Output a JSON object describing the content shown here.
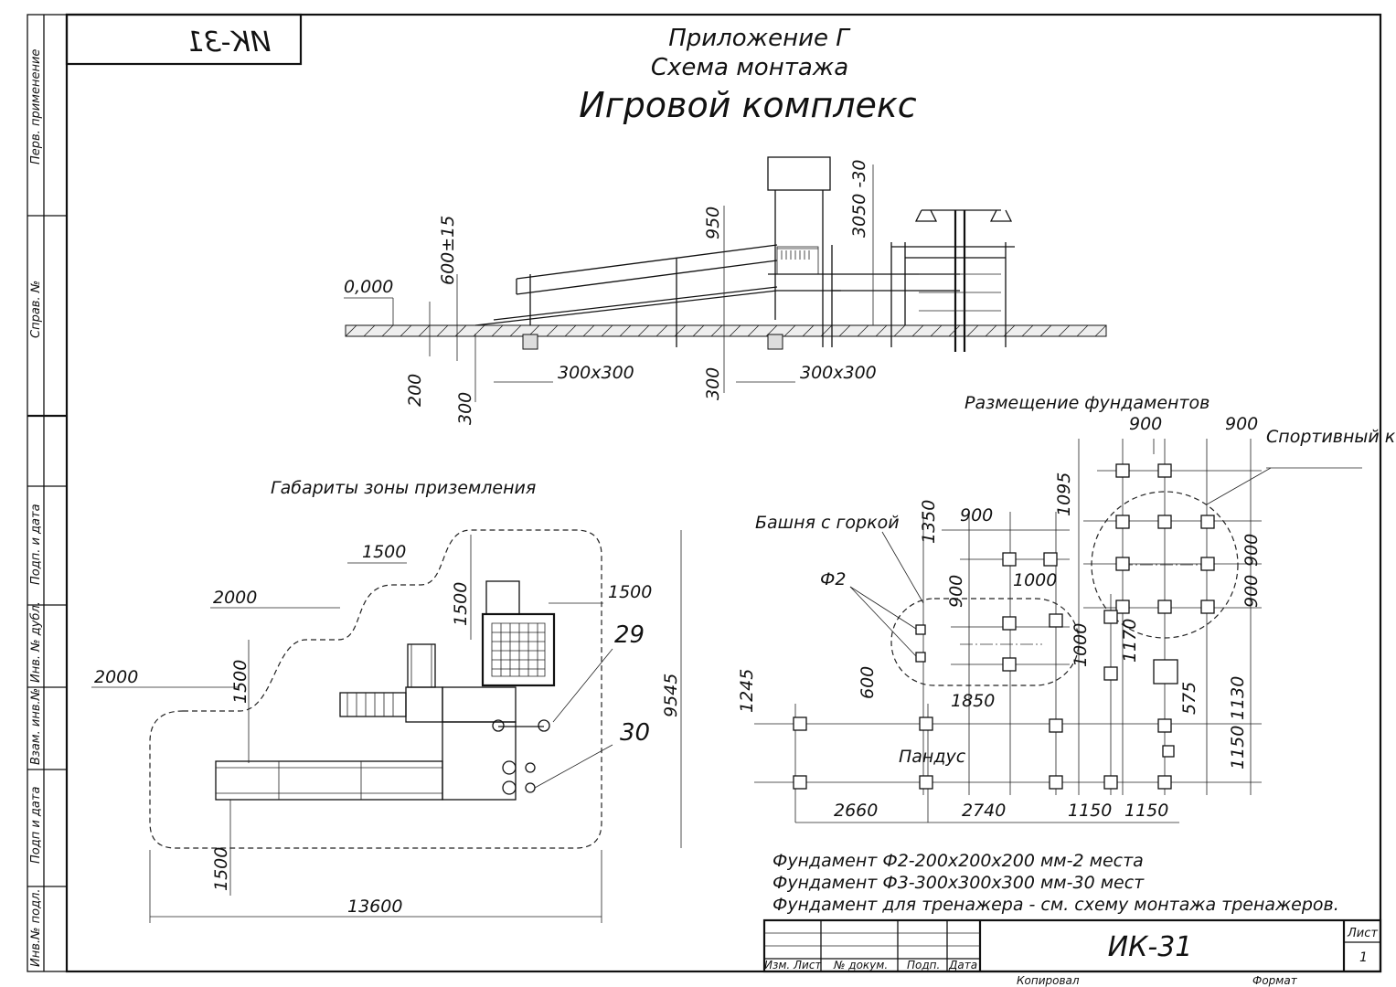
{
  "stamp_top": "ИК-31",
  "heading": {
    "appendix": "Приложение Г",
    "scheme": "Схема монтажа",
    "title": "Игровой комплекс"
  },
  "side_labels": [
    "Перв. применение",
    "Справ. №",
    "Подп. и дата",
    "Инв. № дубл.",
    "Взам. инв.№",
    "Подп и дата",
    "Инв.№ подл."
  ],
  "elevation": {
    "level": "0,000",
    "dims": [
      "600±15",
      "950",
      "3050 -30",
      "200",
      "300",
      "300",
      "300х300",
      "300х300"
    ]
  },
  "landing": {
    "title": "Габариты зоны приземления",
    "dims": [
      "1500",
      "2000",
      "2000",
      "1500",
      "1500",
      "1500",
      "1500",
      "9545",
      "13600"
    ],
    "callouts": [
      "29",
      "30"
    ]
  },
  "foundations": {
    "title": "Размещение фундаментов",
    "labels": {
      "sport": "Спортивный комплекс",
      "tower": "Башня с горкой",
      "phi2": "Ф2",
      "ramp": "Пандус"
    },
    "dims_top": [
      "900",
      "900",
      "1095",
      "1350",
      "900",
      "900",
      "1000",
      "900",
      "900",
      "900"
    ],
    "dims_mid": [
      "1170",
      "1000",
      "600",
      "1850",
      "1245",
      "575",
      "1130",
      "1150"
    ],
    "dims_bottom": [
      "2660",
      "2740",
      "1150",
      "1150"
    ]
  },
  "notes": [
    "Фундамент Ф2-200х200х200 мм-2 места",
    "Фундамент Ф3-300х300х300 мм-30 мест",
    "Фундамент для тренажера - см. схему монтажа тренажеров."
  ],
  "title_block": {
    "code": "ИК-31",
    "cols": [
      "Изм.",
      "Лист",
      "№ докум.",
      "Подп.",
      "Дата"
    ],
    "sheet_label": "Лист",
    "sheet_num": "1",
    "copied": "Копировал",
    "format": "Формат"
  }
}
